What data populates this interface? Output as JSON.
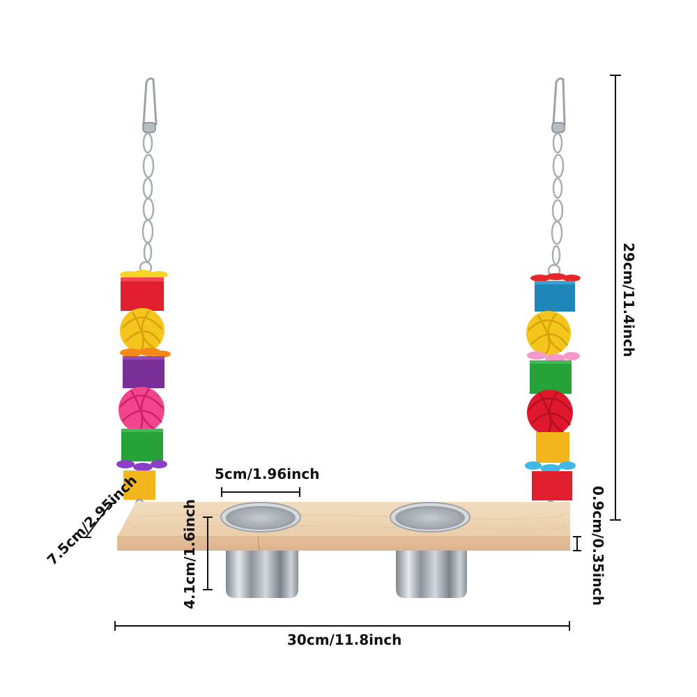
{
  "product": {
    "name": "Bird perch platform with two stainless steel feeding cups and hanging chew toy strands",
    "colors": {
      "wood": "#e8c9a4",
      "wood_edge": "#d9b08a",
      "steel": "#b9bec4",
      "steel_dark": "#8e959c",
      "chain": "#c8ccd0",
      "dim_line": "#111111"
    },
    "left_strand": [
      {
        "type": "flower",
        "color": "#f5d426"
      },
      {
        "type": "block",
        "color": "#e01e2e"
      },
      {
        "type": "ball",
        "color": "#f4c51c"
      },
      {
        "type": "flower",
        "color": "#f7891b"
      },
      {
        "type": "block",
        "color": "#7a2f98"
      },
      {
        "type": "ball",
        "color": "#f0468c"
      },
      {
        "type": "block",
        "color": "#27a23a"
      },
      {
        "type": "flower",
        "color": "#8a3fc4"
      },
      {
        "type": "block",
        "color": "#f2b51c"
      }
    ],
    "right_strand": [
      {
        "type": "flower",
        "color": "#e5262b"
      },
      {
        "type": "block",
        "color": "#1f86b8"
      },
      {
        "type": "ball",
        "color": "#f4c51c"
      },
      {
        "type": "flower",
        "color": "#f59ac8"
      },
      {
        "type": "block",
        "color": "#27a23a"
      },
      {
        "type": "ball",
        "color": "#e0182e"
      },
      {
        "type": "block",
        "color": "#f2b51c"
      },
      {
        "type": "flower",
        "color": "#3fb8e6"
      },
      {
        "type": "block",
        "color": "#e01e2e"
      }
    ]
  },
  "dimensions": {
    "total_height": "29cm/11.4inch",
    "cup_diameter": "5cm/1.96inch",
    "platform_depth": "7.5cm/2.95inch",
    "cup_height": "4.1cm/1.6inch",
    "platform_thickness": "0.9cm/0.35inch",
    "platform_length": "30cm/11.8inch"
  }
}
